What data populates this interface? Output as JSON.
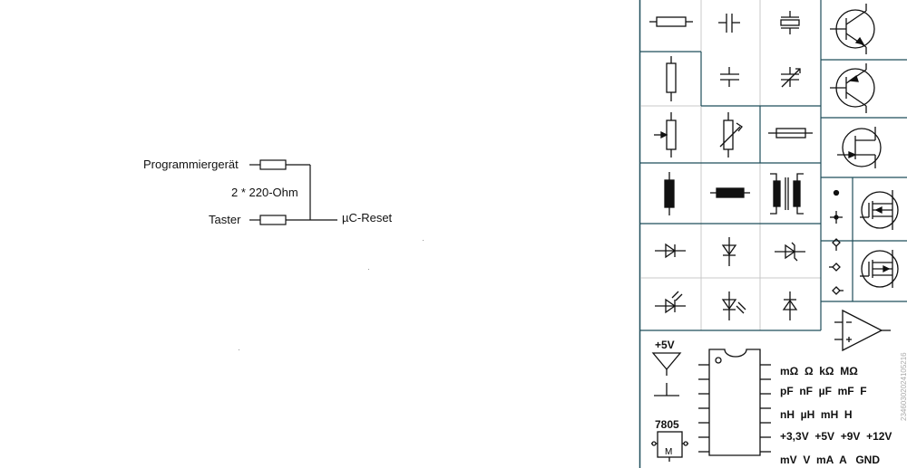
{
  "circuit": {
    "label_programmer": "Programmiergerät",
    "label_resistors": "2 * 220-Ohm",
    "label_button": "Taster",
    "label_reset": "µC-Reset"
  },
  "palette": {
    "supply_label": "+5V",
    "regulator_label": "7805",
    "regulator_pin": "M",
    "watermark": "23460302024105216",
    "unit_rows": [
      "mΩ  Ω  kΩ  MΩ",
      "pF  nF  µF  mF  F",
      "nH  µH  mH  H",
      "+3,3V  +5V  +9V  +12V",
      "mV  V  mA  A   GND"
    ]
  },
  "colors": {
    "line": "#111111",
    "grid": "#c8c8c8",
    "frame": "#1f4e5a"
  }
}
